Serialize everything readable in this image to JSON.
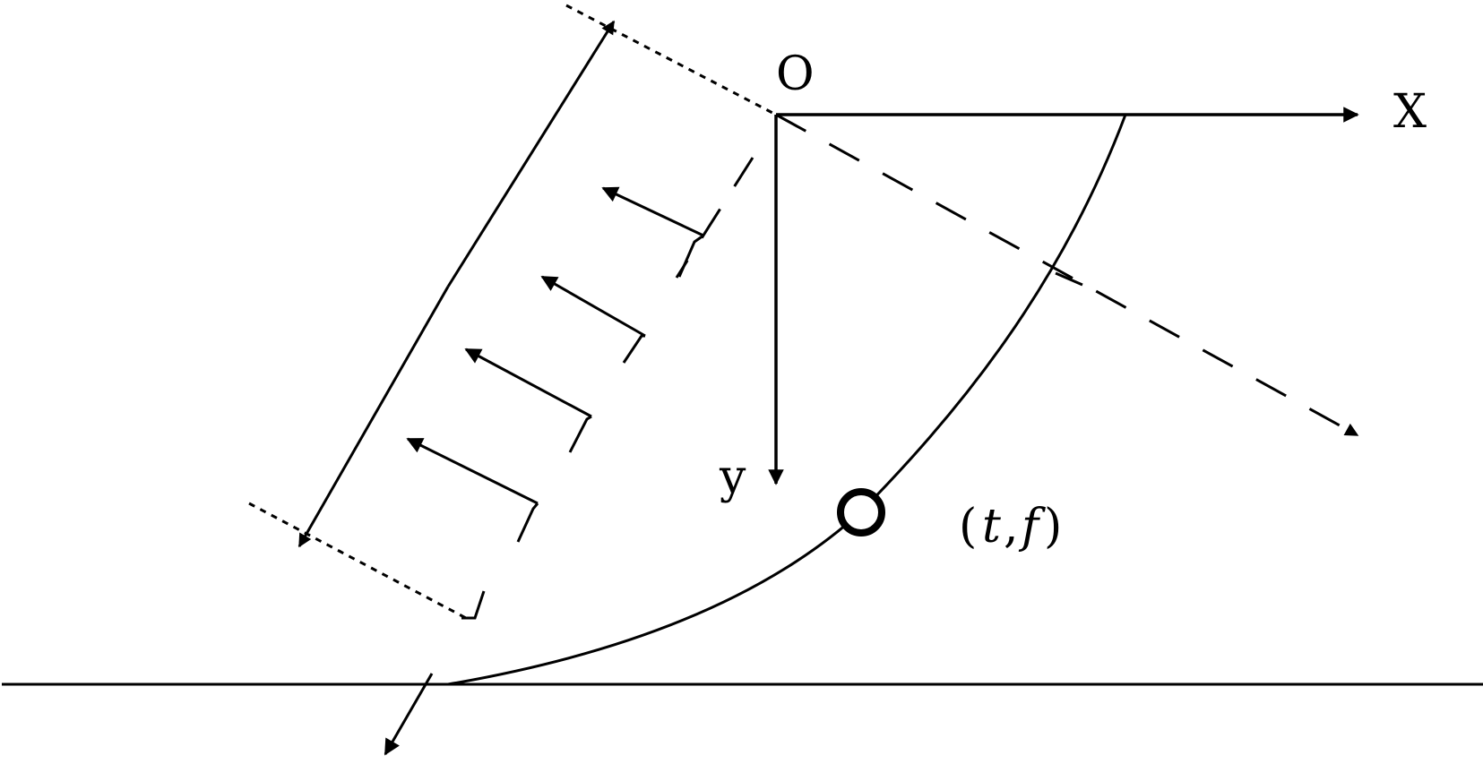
{
  "labels": {
    "origin": "O",
    "x_axis": "X",
    "y_axis": "y",
    "point_open": "(",
    "point_t": "t",
    "point_comma": ",",
    "point_f": "f",
    "point_close": ")"
  },
  "colors": {
    "ink": "#000000",
    "background": "#ffffff"
  }
}
